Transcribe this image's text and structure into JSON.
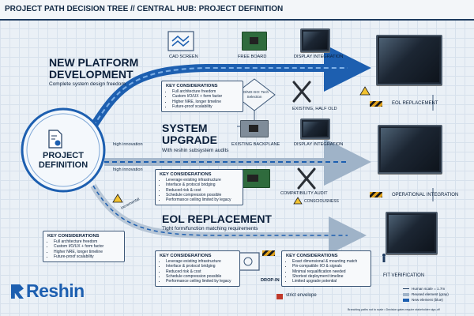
{
  "header": {
    "title": "PROJECT PATH DECISION TREE // CENTRAL HUB: PROJECT DEFINITION"
  },
  "hub": {
    "title_line1": "PROJECT",
    "title_line2": "DEFINITION"
  },
  "paths": {
    "new_platform": {
      "title_line1": "NEW PLATFORM",
      "title_line2": "DEVELOPMENT",
      "subtitle": "Complete system design freedom"
    },
    "system_upgrade": {
      "title_line1": "SYSTEM",
      "title_line2": "UPGRADE",
      "subtitle": "With reshin subsystem audits"
    },
    "eol_replacement": {
      "title": "EOL REPLACEMENT",
      "subtitle": "Tight form/function matching requirements"
    }
  },
  "innovation_labels": {
    "upper": "high innovation",
    "middle": "high innovation",
    "diagonal": "incremental"
  },
  "stage_labels": {
    "cad_screen": "CAD SCREEN",
    "free_board": "FREE BOARD",
    "display_integration_top": "DISPLAY INTEGRATION",
    "decision_node": "GO/NO-GO: Tech Selection",
    "existing_half_old": "EXISTING, HALF OLD",
    "eol_replacement_out": "EOL REPLACEMENT",
    "existing_backplane": "EXISTING BACKPLANE",
    "display_integration_mid": "DISPLAY INTEGRATION",
    "compatibility_audit": "COMPATIBILITY AUDIT",
    "cost_conscious": "CONSCIOUSNESS",
    "operational_integration": "OPERATIONAL INTEGRATION",
    "drop_in": "DROP-IN",
    "strict_envelope": "strict envelope",
    "fit_verification": "FIT VERIFICATION"
  },
  "boxes": {
    "box_top": {
      "heading": "KEY CONSIDERATIONS",
      "items": [
        "Full architecture freedom",
        "Custom I/O/UX + form factor",
        "Higher NRE, longer timeline",
        "Future-proof scalability"
      ]
    },
    "box_mid": {
      "heading": "KEY CONSIDERATIONS",
      "items": [
        "Leverage existing infrastructure",
        "Interface & protocol bridging",
        "Reduced risk & cost",
        "Schedule compression possible",
        "Performance ceiling limited by legacy"
      ]
    },
    "box_left": {
      "heading": "KEY CONSIDERATIONS",
      "items": [
        "Full architecture freedom",
        "Custom I/O/UX + form factor",
        "Higher NRE, longer timeline",
        "Future-proof scalability"
      ]
    },
    "box_bottom_mid": {
      "heading": "KEY CONSIDERATIONS",
      "items": [
        "Leverage existing infrastructure",
        "Interface & protocol bridging",
        "Reduced risk & cost",
        "Schedule compression possible",
        "Performance ceiling limited by legacy"
      ]
    },
    "box_bottom_right": {
      "heading": "KEY CONSIDERATIONS",
      "items": [
        "Exact dimensional & mounting match",
        "Pin-compatible I/O & signals",
        "Minimal requalification needed",
        "Shortest deployment timeline",
        "Limited upgrade potential"
      ]
    }
  },
  "logo": {
    "text": "Reshin"
  },
  "legend": {
    "items": [
      "Human scale = 1.7m",
      "Reused element (gray)",
      "New element (blue)"
    ]
  },
  "footnote": "Branching paths not to scale • Decision gates require stakeholder sign-off",
  "colors": {
    "primary_blue": "#1d5fb0",
    "path_blue": "#2d6fc0",
    "navy": "#0f2742",
    "caution_red": "#c0392b",
    "hazard_yellow": "#e0a21c"
  }
}
